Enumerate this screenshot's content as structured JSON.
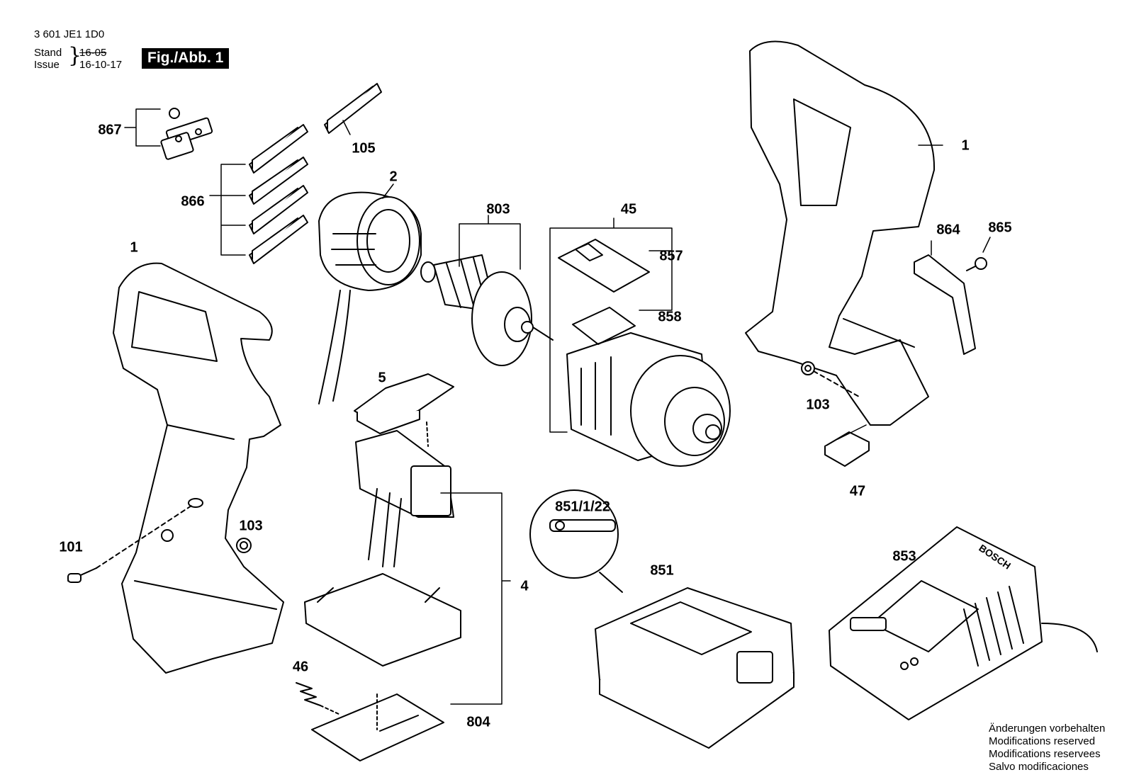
{
  "header": {
    "part_number": "3 601 JE1 1D0",
    "stand_label": "Stand",
    "issue_label": "Issue",
    "stand_date": "16-05",
    "issue_date": "16-10-17",
    "figure_label": "Fig./Abb. 1"
  },
  "callouts": {
    "c1_right": "1",
    "c1_left": "1",
    "c2": "2",
    "c4": "4",
    "c5": "5",
    "c45": "45",
    "c46": "46",
    "c47": "47",
    "c101": "101",
    "c103_left": "103",
    "c103_right": "103",
    "c105": "105",
    "c803": "803",
    "c804": "804",
    "c851": "851",
    "c851_1_22": "851/1/22",
    "c853": "853",
    "c857": "857",
    "c858": "858",
    "c864": "864",
    "c865": "865",
    "c866": "866",
    "c867": "867"
  },
  "charger_brand": "BOSCH",
  "notes": [
    "Änderungen vorbehalten",
    "Modifications reserved",
    "Modifications reservees",
    "Salvo modificaciones"
  ]
}
